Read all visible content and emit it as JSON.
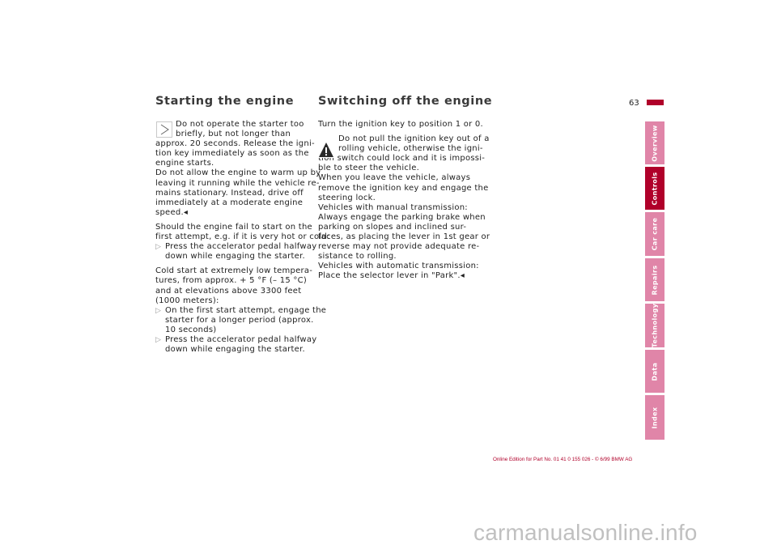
{
  "page": {
    "number": "63"
  },
  "left": {
    "heading": "Starting the engine",
    "note_icon": "note-arrow-icon",
    "note_lines": [
      "Do not operate the starter too",
      "briefly, but not longer than"
    ],
    "lines": [
      "approx. 20 seconds. Release the igni-",
      "tion key immediately as soon as the",
      "engine starts.",
      "Do not allow the engine to warm up by",
      "leaving it running while the vehicle re-",
      "mains stationary. Instead, drive off",
      "immediately at a moderate engine",
      "speed.◂"
    ],
    "para2": [
      "Should the engine fail to start on the",
      "first attempt, e.g. if it is very hot or cold:"
    ],
    "bullet1": [
      "Press the accelerator pedal halfway",
      "down while engaging the starter."
    ],
    "para3": [
      "Cold start at extremely low tempera-",
      "tures, from approx. + 5 °F (– 15 °C)",
      "and at elevations above 3300 feet",
      "(1000 meters):"
    ],
    "bullet2": [
      "On the first start attempt, engage the",
      "starter for a longer period (approx.",
      "10 seconds)"
    ],
    "bullet3": [
      "Press the accelerator pedal halfway",
      "down while engaging the starter."
    ],
    "bullet_glyph": "▷"
  },
  "right": {
    "heading": "Switching off the engine",
    "intro": "Turn the ignition key to position 1 or 0.",
    "warning_icon": "warning-triangle-icon",
    "warn_lines": [
      "Do not pull the ignition key out of a",
      "rolling vehicle, otherwise the igni-"
    ],
    "lines": [
      "tion switch could lock and it is impossi-",
      "ble to steer the vehicle.",
      "When you leave the vehicle, always",
      "remove the ignition key and engage the",
      "steering lock.",
      "Vehicles with manual transmission:",
      "Always engage the parking brake when",
      "parking on slopes and inclined sur-",
      "faces, as placing the lever in 1st gear or",
      "reverse may not provide adequate re-",
      "sistance to rolling.",
      "Vehicles with automatic transmission:",
      "Place the selector lever in \"Park\".◂"
    ]
  },
  "tabs": [
    {
      "label": "Overview",
      "active": false
    },
    {
      "label": "Controls",
      "active": true
    },
    {
      "label": "Car care",
      "active": false
    },
    {
      "label": "Repairs",
      "active": false
    },
    {
      "label": "Technology",
      "active": false
    },
    {
      "label": "Data",
      "active": false
    },
    {
      "label": "Index",
      "active": false
    }
  ],
  "colors": {
    "accent": "#b0002a",
    "tab": "#e085a8"
  },
  "footer": "Online Edition for Part No. 01 41 0 155 026 - © 6/99 BMW AG",
  "watermark": "carmanualsonline.info"
}
